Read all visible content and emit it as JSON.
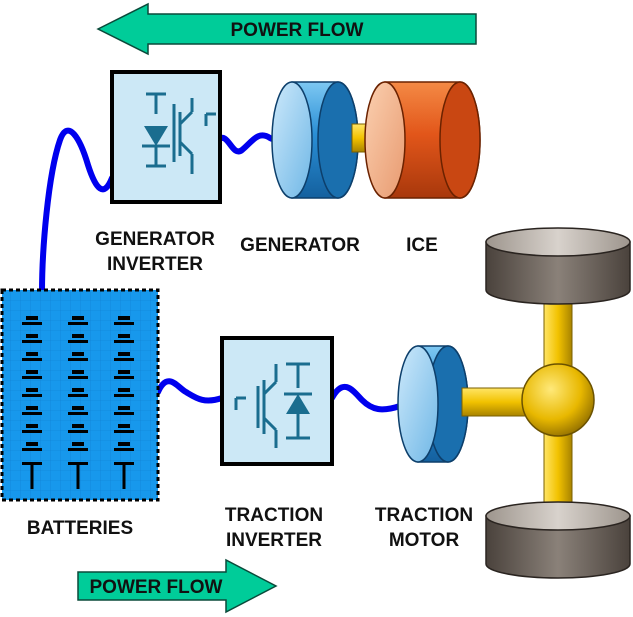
{
  "top_flow": {
    "label": "POWER FLOW",
    "direction": "left"
  },
  "bottom_flow": {
    "label": "POWER FLOW",
    "direction": "right"
  },
  "labels": {
    "generator_inverter_line1": "GENERATOR",
    "generator_inverter_line2": "INVERTER",
    "generator": "GENERATOR",
    "ice": "ICE",
    "batteries": "BATTERIES",
    "traction_inverter_line1": "TRACTION",
    "traction_inverter_line2": "INVERTER",
    "traction_motor_line1": "TRACTION",
    "traction_motor_line2": "MOTOR"
  },
  "icons": {
    "generator_inverter": "igbt-diode-symbol-icon",
    "traction_inverter": "igbt-diode-symbol-icon",
    "battery": "battery-stack-icon"
  },
  "colors": {
    "flow_arrow": "#00cc99",
    "cable": "#0000ee",
    "inverter_fill": "#cce8f6",
    "battery_fill": "#1199ee",
    "machine_blue": "#2b8fd4",
    "ice_orange": "#e85a1a",
    "shaft_gold": "#f0c000",
    "wheel_gray": "#6e655e"
  }
}
